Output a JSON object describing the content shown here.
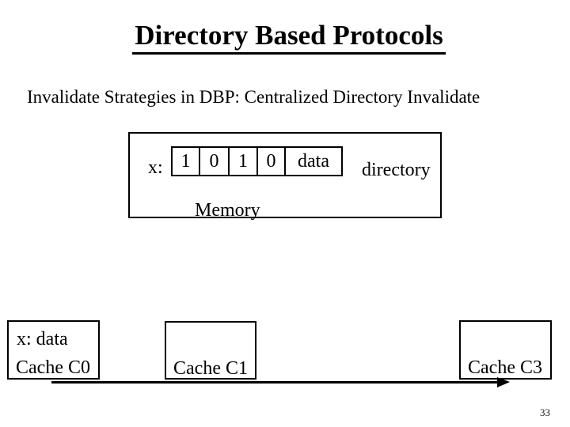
{
  "slide": {
    "title": "Directory Based Protocols",
    "subtitle": "Invalidate Strategies in DBP: Centralized Directory Invalidate",
    "page_number": "33"
  },
  "memory_diagram": {
    "row_label": "x:",
    "bits": [
      "1",
      "0",
      "1",
      "0"
    ],
    "data_cell": "data",
    "directory_label": "directory",
    "box_label": "Memory"
  },
  "caches": [
    {
      "content": "x: data",
      "label": "Cache C0"
    },
    {
      "label": "Cache C1"
    },
    {
      "label": "Cache C3"
    }
  ],
  "colors": {
    "background": "#ffffff",
    "text": "#000000",
    "line": "#000000"
  }
}
